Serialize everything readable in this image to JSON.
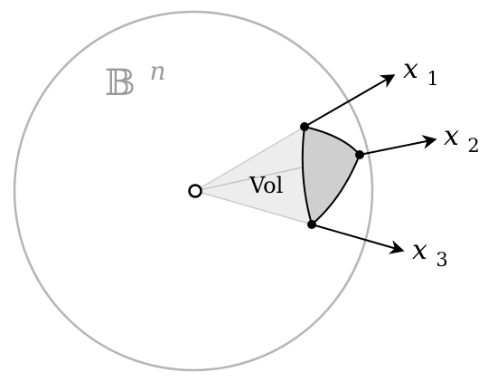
{
  "diagram": {
    "ball": {
      "label_base": "𝔹",
      "label_sup": "n"
    },
    "region_label": "Vol",
    "points": [
      {
        "name": "x",
        "sub": "1"
      },
      {
        "name": "x",
        "sub": "2"
      },
      {
        "name": "x",
        "sub": "3"
      }
    ],
    "colors": {
      "circle": "#b5b5b5",
      "cone_fill": "#ededed",
      "simplex_fill": "#cfcfcf",
      "ink": "#000000"
    }
  }
}
